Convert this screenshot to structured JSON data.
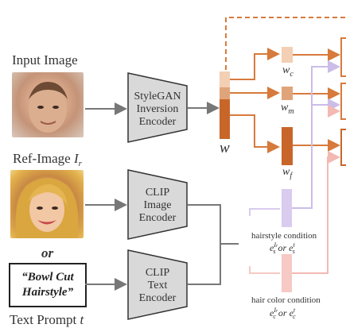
{
  "inputs": {
    "input_image_label": "Input Image",
    "ref_image_label": "Ref-Image",
    "ref_image_symbol": "I",
    "ref_image_sub": "r",
    "or_label": "or",
    "text_prompt_box": "“Bowl Cut Hairstyle”",
    "text_prompt_label": "Text Prompt",
    "text_prompt_symbol": "t"
  },
  "encoders": {
    "stylegan": [
      "StyleGAN",
      "Inversion",
      "Encoder"
    ],
    "clip_image": [
      "CLIP",
      "Image",
      "Encoder"
    ],
    "clip_text": [
      "CLIP",
      "Text",
      "Encoder"
    ]
  },
  "latents": {
    "w": "w",
    "wc": "w",
    "wc_sub": "c",
    "wm": "w",
    "wm_sub": "m",
    "wf": "w",
    "wf_sub": "f"
  },
  "conditions": {
    "hairstyle_label": "hairstyle condition",
    "hairstyle_formula_a": "e",
    "hairstyle_formula_a_sub": "s",
    "hairstyle_formula_a_sup": "I",
    "hairstyle_formula_a_supsub": "r",
    "hairstyle_or": "or",
    "hairstyle_formula_b": "e",
    "hairstyle_formula_b_sub": "s",
    "hairstyle_formula_b_sup": "t",
    "haircolor_label": "hair color condition",
    "haircolor_formula_a": "e",
    "haircolor_formula_a_sub": "c",
    "haircolor_formula_a_sup": "I",
    "haircolor_formula_a_supsub": "r",
    "haircolor_or": "or",
    "haircolor_formula_b": "e",
    "haircolor_formula_b_sub": "c",
    "haircolor_formula_b_sup": "t"
  },
  "colors": {
    "encoder_fill": "#d9d9d9",
    "arrow_gray": "#777777",
    "orange_dark": "#c8662a",
    "orange_mid": "#e0a47a",
    "orange_light": "#f3cfb3",
    "lavender": "#d9ccef",
    "pink": "#f6c9c4"
  }
}
